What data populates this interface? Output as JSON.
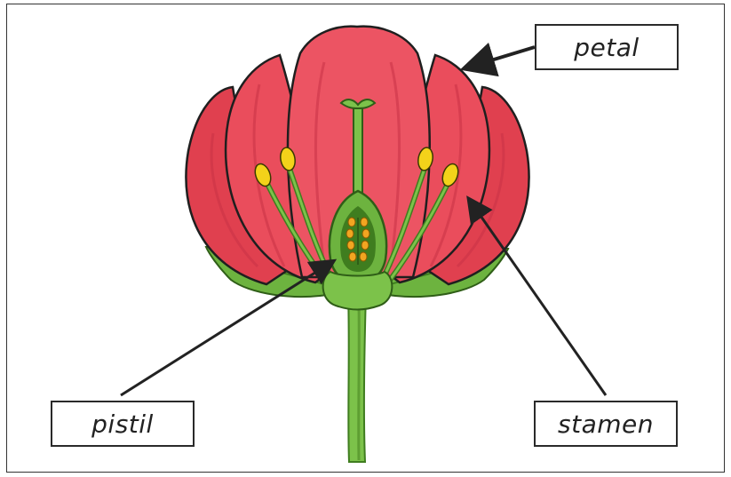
{
  "labels": {
    "petal": "petal",
    "pistil": "pistil",
    "stamen": "stamen"
  },
  "colors": {
    "petal": "#e8485a",
    "petal_light": "#ef6a72",
    "petal_dark": "#c93246",
    "sepal": "#6db33f",
    "sepal_dark": "#3f7d1f",
    "stem": "#7cc24a",
    "anther": "#f3d21a",
    "ovule": "#f2a521",
    "outline": "#222222"
  }
}
